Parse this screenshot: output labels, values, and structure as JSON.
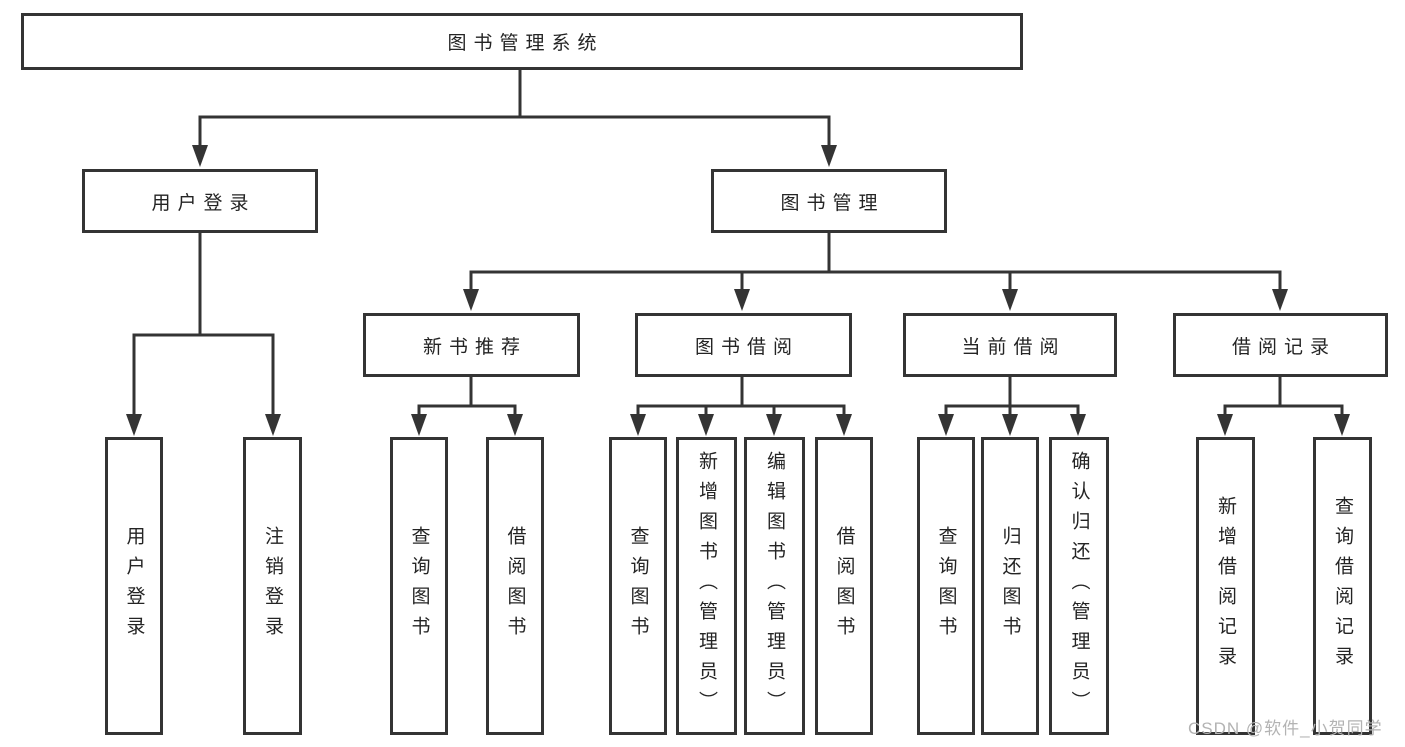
{
  "diagram": {
    "root": {
      "label": "图书管理系统"
    },
    "branches": [
      {
        "label": "用户登录",
        "children": [
          {
            "label": "用户登录"
          },
          {
            "label": "注销登录"
          }
        ]
      },
      {
        "label": "图书管理",
        "groups": [
          {
            "label": "新书推荐",
            "children": [
              {
                "label": "查询图书"
              },
              {
                "label": "借阅图书"
              }
            ]
          },
          {
            "label": "图书借阅",
            "children": [
              {
                "label": "查询图书"
              },
              {
                "label": "新增图书（管理员）"
              },
              {
                "label": "编辑图书（管理员）"
              },
              {
                "label": "借阅图书"
              }
            ]
          },
          {
            "label": "当前借阅",
            "children": [
              {
                "label": "查询图书"
              },
              {
                "label": "归还图书"
              },
              {
                "label": "确认归还（管理员）"
              }
            ]
          },
          {
            "label": "借阅记录",
            "children": [
              {
                "label": "新增借阅记录"
              },
              {
                "label": "查询借阅记录"
              }
            ]
          }
        ]
      }
    ]
  },
  "watermark": {
    "text": "CSDN @软件_小贺同学"
  },
  "colors": {
    "line": "#343434",
    "text": "#242424",
    "watermark": "#b3b3b3",
    "background": "#ffffff"
  }
}
